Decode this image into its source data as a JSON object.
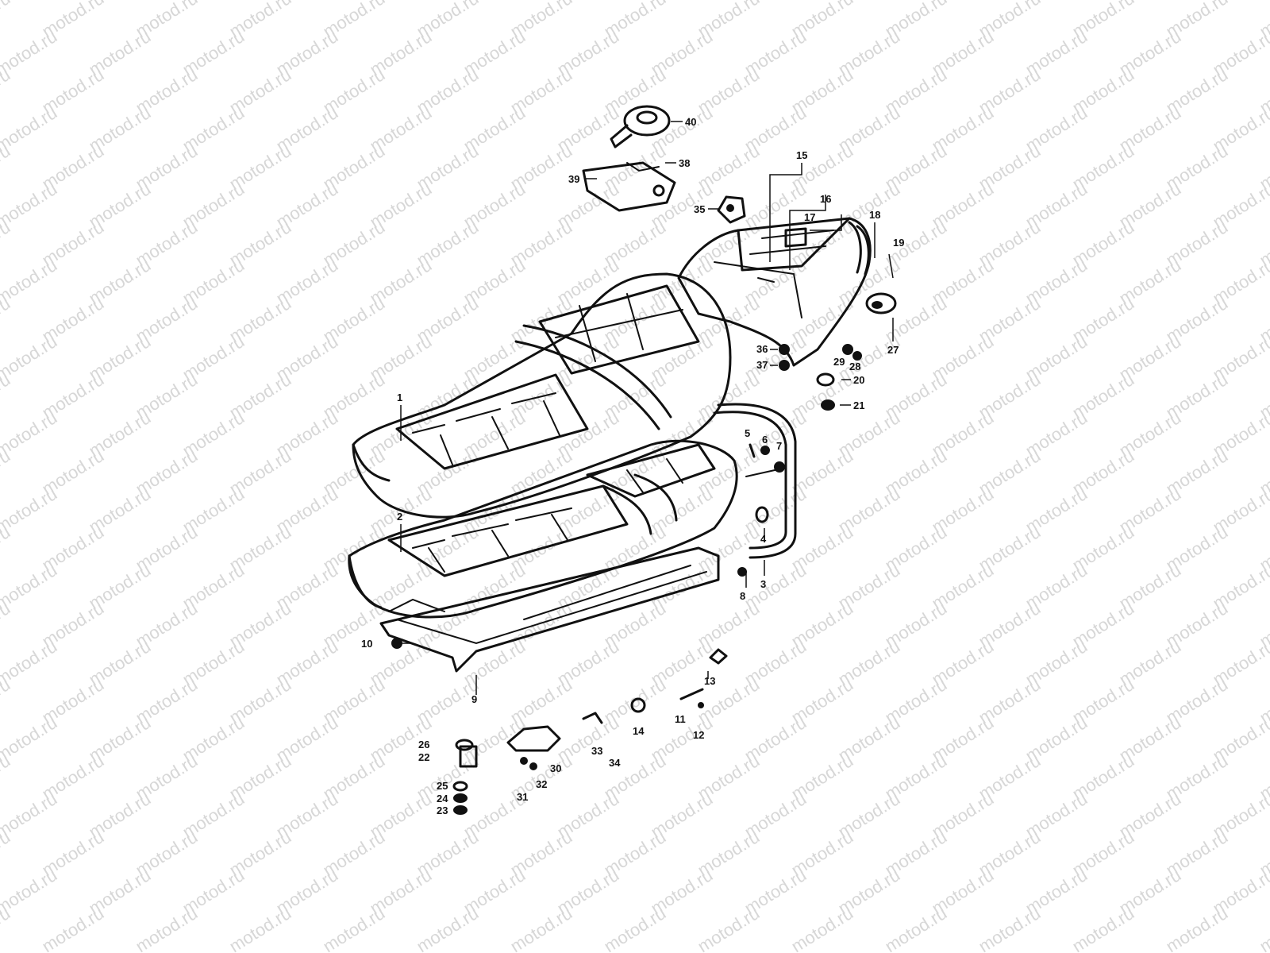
{
  "watermark": {
    "text": "motod.ru"
  },
  "callouts": [
    {
      "id": "1",
      "label": "1"
    },
    {
      "id": "2",
      "label": "2"
    },
    {
      "id": "3",
      "label": "3"
    },
    {
      "id": "4",
      "label": "4"
    },
    {
      "id": "5",
      "label": "5"
    },
    {
      "id": "6",
      "label": "6"
    },
    {
      "id": "7",
      "label": "7"
    },
    {
      "id": "8",
      "label": "8"
    },
    {
      "id": "9",
      "label": "9"
    },
    {
      "id": "10",
      "label": "10"
    },
    {
      "id": "11",
      "label": "11"
    },
    {
      "id": "12",
      "label": "12"
    },
    {
      "id": "13",
      "label": "13"
    },
    {
      "id": "14",
      "label": "14"
    },
    {
      "id": "15",
      "label": "15"
    },
    {
      "id": "16",
      "label": "16"
    },
    {
      "id": "17",
      "label": "17"
    },
    {
      "id": "18",
      "label": "18"
    },
    {
      "id": "19",
      "label": "19"
    },
    {
      "id": "20",
      "label": "20"
    },
    {
      "id": "21",
      "label": "21"
    },
    {
      "id": "22",
      "label": "22"
    },
    {
      "id": "23",
      "label": "23"
    },
    {
      "id": "24",
      "label": "24"
    },
    {
      "id": "25",
      "label": "25"
    },
    {
      "id": "26",
      "label": "26"
    },
    {
      "id": "27",
      "label": "27"
    },
    {
      "id": "28",
      "label": "28"
    },
    {
      "id": "29",
      "label": "29"
    },
    {
      "id": "30",
      "label": "30"
    },
    {
      "id": "31",
      "label": "31"
    },
    {
      "id": "32",
      "label": "32"
    },
    {
      "id": "33",
      "label": "33"
    },
    {
      "id": "34",
      "label": "34"
    },
    {
      "id": "35",
      "label": "35"
    },
    {
      "id": "36",
      "label": "36"
    },
    {
      "id": "37",
      "label": "37"
    },
    {
      "id": "38",
      "label": "38"
    },
    {
      "id": "39",
      "label": "39"
    },
    {
      "id": "40",
      "label": "40"
    }
  ]
}
